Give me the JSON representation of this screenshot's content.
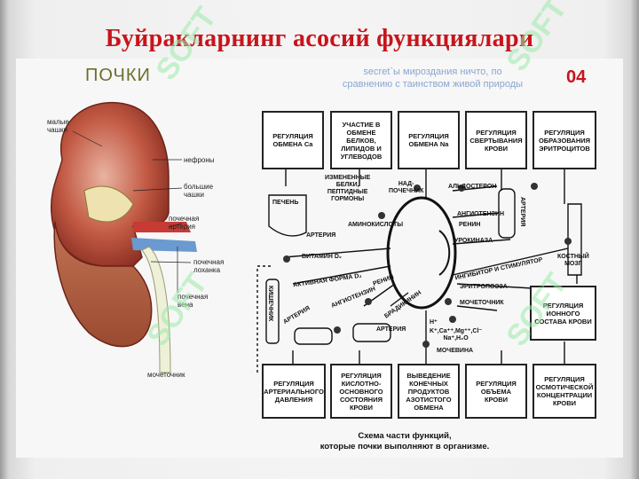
{
  "title": "Буйракларнинг асосий функциялари",
  "kidney_panel": {
    "heading": "ПОЧКИ",
    "labels": {
      "small_calyces": "малые\nчашки",
      "nephrons": "нефроны",
      "large_calyces": "большие\nчашки",
      "renal_artery": "почечная\nартерия",
      "renal_pelvis": "почечная\nлоханка",
      "renal_vein": "почечная\nвена",
      "ureter": "мочеточник"
    }
  },
  "quote": "secret`ы мироздания ничто, по сравнению с таинством живой природы",
  "slide_number": "04",
  "scheme": {
    "top_boxes": [
      "РЕГУЛЯЦИЯ ОБМЕНА Ca",
      "УЧАСТИЕ В ОБМЕНЕ БЕЛКОВ, ЛИПИДОВ И УГЛЕВОДОВ",
      "РЕГУЛЯЦИЯ ОБМЕНА Na",
      "РЕГУЛЯЦИЯ СВЕРТЫВАНИЯ КРОВИ",
      "РЕГУЛЯЦИЯ ОБРАЗОВАНИЯ ЭРИТРОЦИТОВ"
    ],
    "bottom_boxes": [
      "РЕГУЛЯЦИЯ АРТЕРИАЛЬНОГО ДАВЛЕНИЯ",
      "РЕГУЛЯЦИЯ КИСЛОТНО-ОСНОВНОГО СОСТОЯНИЯ КРОВИ",
      "ВЫВЕДЕНИЕ КОНЕЧНЫХ ПРОДУКТОВ АЗОТИСТОГО ОБМЕНА",
      "РЕГУЛЯЦИЯ ОБЪЕМА КРОВИ",
      "РЕГУЛЯЦИЯ ОСМОТИЧЕСКОЙ КОНЦЕНТРАЦИИ КРОВИ"
    ],
    "right_box": "РЕГУЛЯЦИЯ ИОННОГО СОСТАВА КРОВИ",
    "labels": {
      "liver": "ПЕЧЕНЬ",
      "changed_proteins": "ИЗМЕНЕННЫЕ\nБЕЛКИ,\nПЕПТИДНЫЕ\nГОРМОНЫ",
      "adrenal": "НАД-\nПОЧЕЧНИК",
      "aldosterone": "АЛЬДОСТЕРОН",
      "angiotensin": "АНГИОТЕНЗИН",
      "renin": "РЕНИН",
      "artery_v": "АРТЕРИЯ",
      "aminoacids": "АМИНОКИСЛОТЫ",
      "artery1": "АРТЕРИЯ",
      "urokinase": "УРОКИНАЗА",
      "vitamin_d": "ВИТАМИН D₂",
      "intestine": "КИШЕЧНИК",
      "active_d": "АКТИВНАЯ ФОРМА D₂",
      "renin2": "РЕНИН",
      "inhibitor": "ИНГИБИТОР И СТИМУЛЯТОР",
      "erythropoiesis": "ЭРИТРОПОЭЗА",
      "bone_marrow": "КОСТНЫЙ\nМОЗГ",
      "angiotensin2": "АНГИОТЕНЗИН",
      "bradykinin": "БРАДИКИНИН",
      "ureter": "МОЧЕТОЧНИК",
      "artery2": "АРТЕРИЯ",
      "artery3": "АРТЕРИЯ",
      "h_ion": "H⁺",
      "ions": "K⁺,Ca⁺⁺,Mg⁺⁺,Cl⁻\nNa⁺,H₂O",
      "urine": "МОЧЕВИНА"
    },
    "caption": "Схема части функций,\nкоторые почки выполняют в организме."
  },
  "watermark": "SOFT"
}
